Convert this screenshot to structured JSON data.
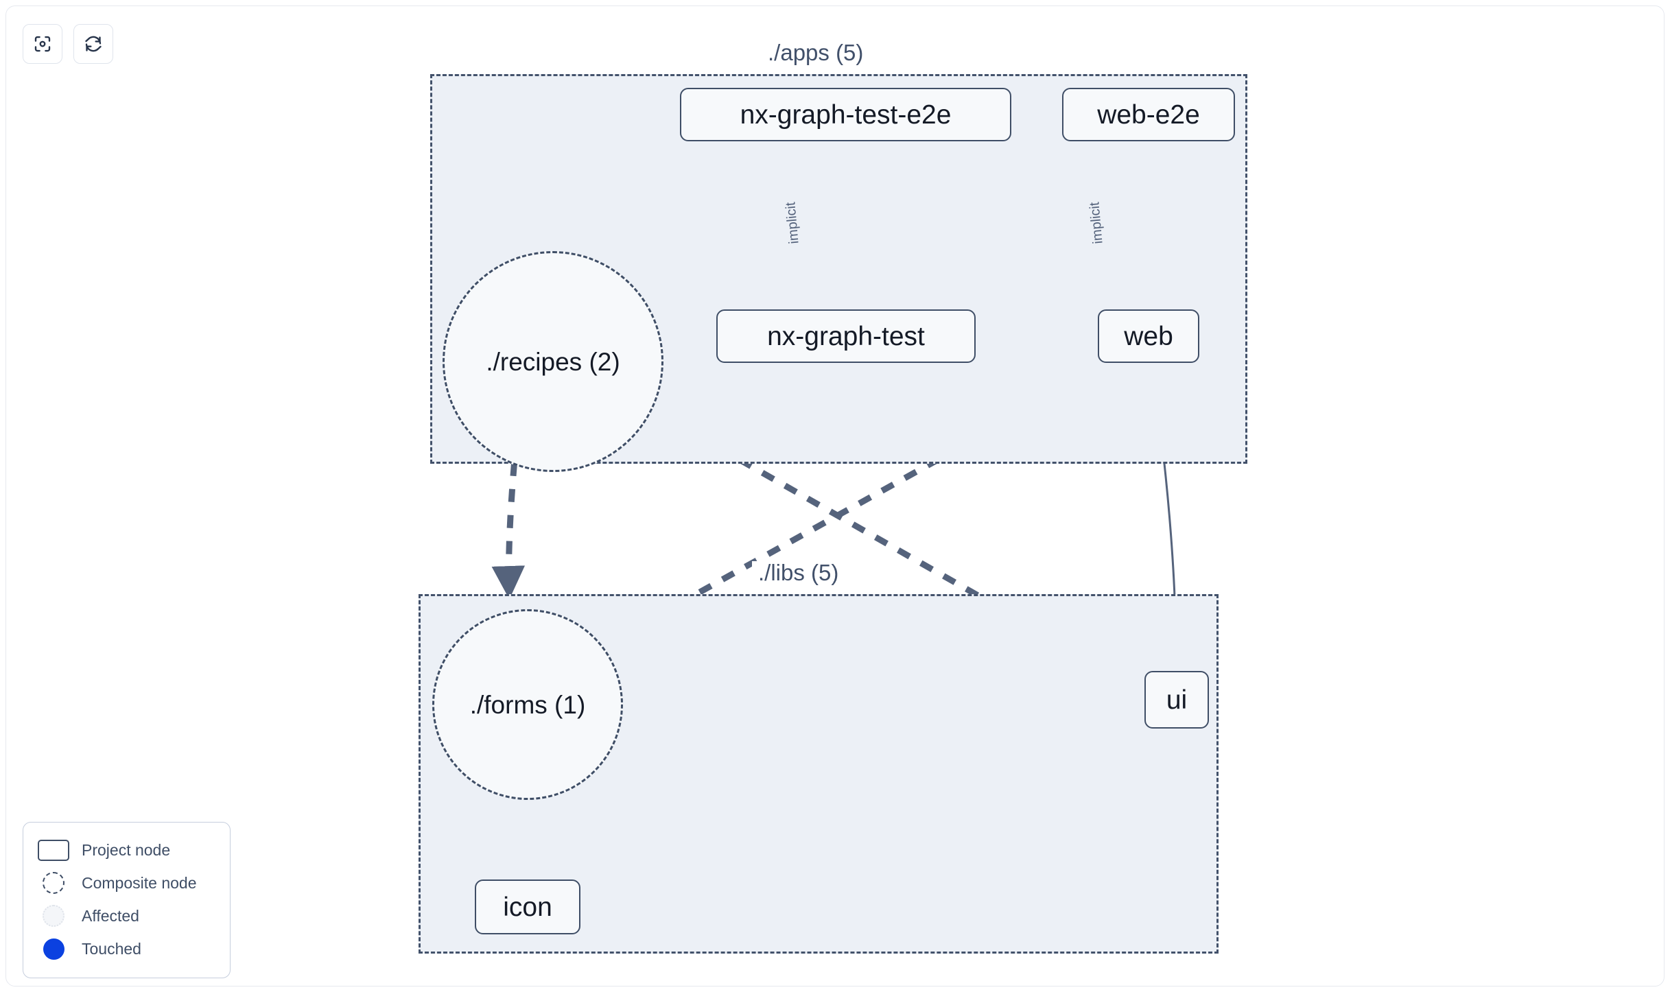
{
  "toolbar": {
    "buttons": [
      {
        "name": "focus-graph-button",
        "icon": "viewfinder-icon",
        "label": ""
      },
      {
        "name": "refresh-graph-button",
        "icon": "refresh-icon",
        "label": ""
      }
    ]
  },
  "graph": {
    "groups": [
      {
        "id": "apps",
        "label": "./apps (5)"
      },
      {
        "id": "libs",
        "label": "./libs (5)"
      }
    ],
    "nodes": [
      {
        "id": "nx-graph-test-e2e",
        "label": "nx-graph-test-e2e",
        "type": "project"
      },
      {
        "id": "web-e2e",
        "label": "web-e2e",
        "type": "project"
      },
      {
        "id": "nx-graph-test",
        "label": "nx-graph-test",
        "type": "project"
      },
      {
        "id": "web",
        "label": "web",
        "type": "project"
      },
      {
        "id": "recipes",
        "label": "./recipes (2)",
        "type": "composite"
      },
      {
        "id": "forms",
        "label": "./forms (1)",
        "type": "composite"
      },
      {
        "id": "ui",
        "label": "ui",
        "type": "project"
      },
      {
        "id": "icon",
        "label": "icon",
        "type": "project"
      }
    ],
    "edges": [
      {
        "from": "nx-graph-test-e2e",
        "to": "nx-graph-test",
        "label": "implicit",
        "style": "solid"
      },
      {
        "from": "web-e2e",
        "to": "web",
        "label": "implicit",
        "style": "solid"
      },
      {
        "from": "web",
        "to": "ui",
        "label": "",
        "style": "solid"
      },
      {
        "from": "recipes",
        "to": "forms",
        "label": "",
        "style": "dashed"
      },
      {
        "from": "recipes",
        "to": "ui",
        "label": "",
        "style": "dashed"
      },
      {
        "from": "web",
        "to": "forms",
        "label": "",
        "style": "dashed"
      },
      {
        "from": "forms",
        "to": "icon",
        "label": "",
        "style": "dashed"
      }
    ]
  },
  "legend": {
    "items": [
      {
        "swatch": "project-node-swatch",
        "label": "Project node"
      },
      {
        "swatch": "composite-node-swatch",
        "label": "Composite node"
      },
      {
        "swatch": "affected-swatch",
        "label": "Affected"
      },
      {
        "swatch": "touched-swatch",
        "label": "Touched"
      }
    ]
  },
  "colors": {
    "edge": "#55637c",
    "node_border": "#3f4e66",
    "group_fill": "#ecf0f6",
    "node_fill": "#f7f9fb",
    "touched": "#0b41e0",
    "canvas": "#ffffff"
  }
}
